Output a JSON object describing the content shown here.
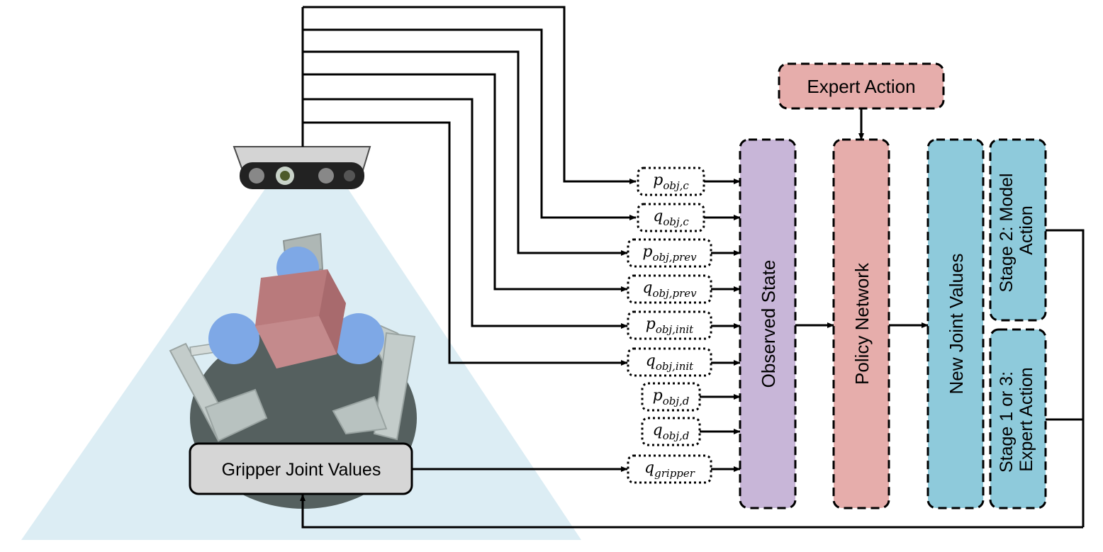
{
  "boxes": {
    "expert_action": "Expert Action",
    "observed_state": "Observed State",
    "policy_network": "Policy Network",
    "new_joint_values": "New Joint Values",
    "stage2": [
      "Stage 2: Model",
      "Action"
    ],
    "stage13": [
      "Stage 1 or 3:",
      "Expert Action"
    ],
    "gripper_joint_values": "Gripper Joint Values"
  },
  "state_inputs": [
    {
      "base": "p",
      "sub": "obj,c"
    },
    {
      "base": "q",
      "sub": "obj,c"
    },
    {
      "base": "p",
      "sub": "obj,prev"
    },
    {
      "base": "q",
      "sub": "obj,prev"
    },
    {
      "base": "p",
      "sub": "obj,init"
    },
    {
      "base": "q",
      "sub": "obj,init"
    },
    {
      "base": "p",
      "sub": "obj,d"
    },
    {
      "base": "q",
      "sub": "obj,d"
    },
    {
      "base": "q",
      "sub": "gripper"
    }
  ],
  "colors": {
    "expert_fill": "#e6adab",
    "observed_fill": "#c8b6d8",
    "policy_fill": "#e6adab",
    "joint_fill": "#8ecadb",
    "camera_cone": "#dcedf4",
    "gripper_box": "#d6d6d6",
    "table": "#55605f",
    "cube": "#b97a7c",
    "spheres": "#7ea8e6"
  }
}
